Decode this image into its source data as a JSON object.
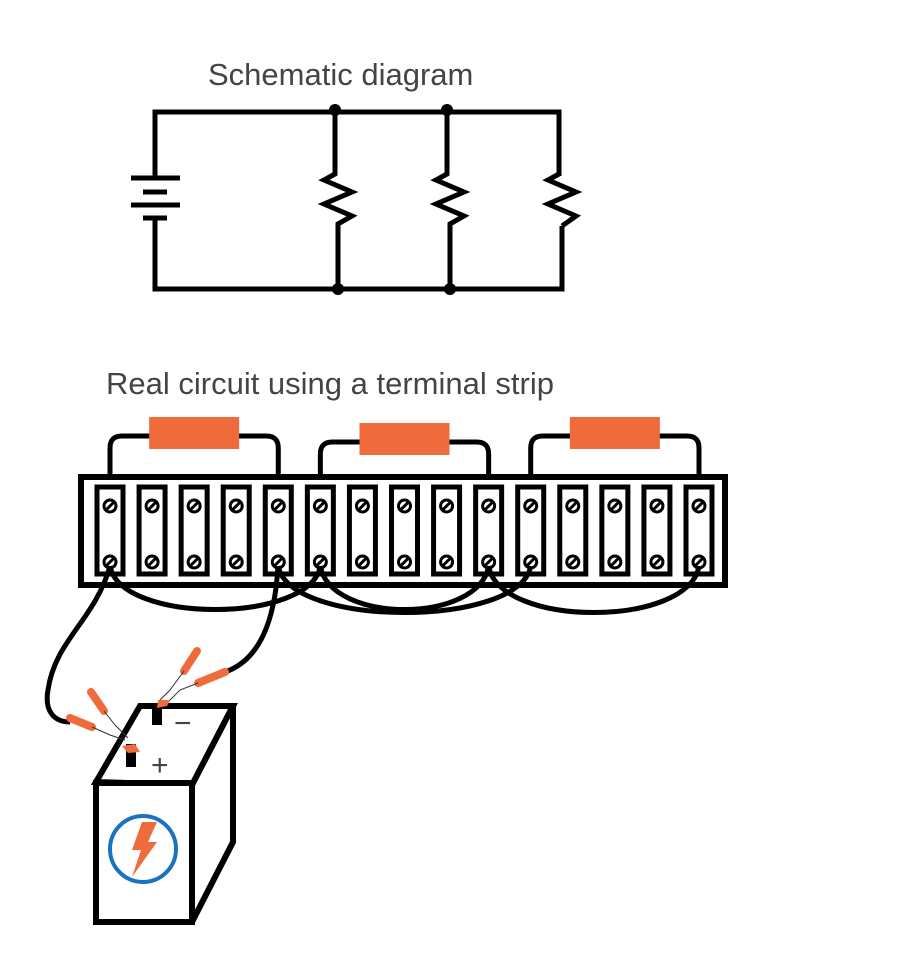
{
  "schematic": {
    "title": "Schematic diagram",
    "components": {
      "battery": {
        "type": "battery",
        "cells": 2
      },
      "resistors": [
        {
          "id": "R1"
        },
        {
          "id": "R2"
        },
        {
          "id": "R3"
        }
      ],
      "junction_nodes": 4,
      "topology": "parallel"
    }
  },
  "real_circuit": {
    "title": "Real circuit using a terminal strip",
    "terminal_strip": {
      "terminal_count": 15,
      "screws_per_terminal": 2
    },
    "resistors": [
      {
        "id": "R1",
        "from_terminal": 1,
        "to_terminal": 5
      },
      {
        "id": "R2",
        "from_terminal": 6,
        "to_terminal": 10
      },
      {
        "id": "R3",
        "from_terminal": 11,
        "to_terminal": 15
      }
    ],
    "jumpers": [
      {
        "from_terminal": 1,
        "to_terminal": 6
      },
      {
        "from_terminal": 5,
        "to_terminal": 11
      },
      {
        "from_terminal": 6,
        "to_terminal": 10
      },
      {
        "from_terminal": 10,
        "to_terminal": 15
      }
    ],
    "battery_leads": [
      {
        "terminal": 1,
        "battery_post": "positive"
      },
      {
        "terminal": 5,
        "battery_post": "negative"
      }
    ],
    "battery": {
      "positive_label": "+",
      "negative_label": "−",
      "icon": "lightning-bolt-icon"
    }
  },
  "colors": {
    "wire": "#000000",
    "resistor_body": "#F06B3C",
    "clip_handle": "#F06B3C",
    "battery_icon_ring": "#1A73C0",
    "battery_icon_bolt": "#F06B3C",
    "text": "#444444"
  }
}
